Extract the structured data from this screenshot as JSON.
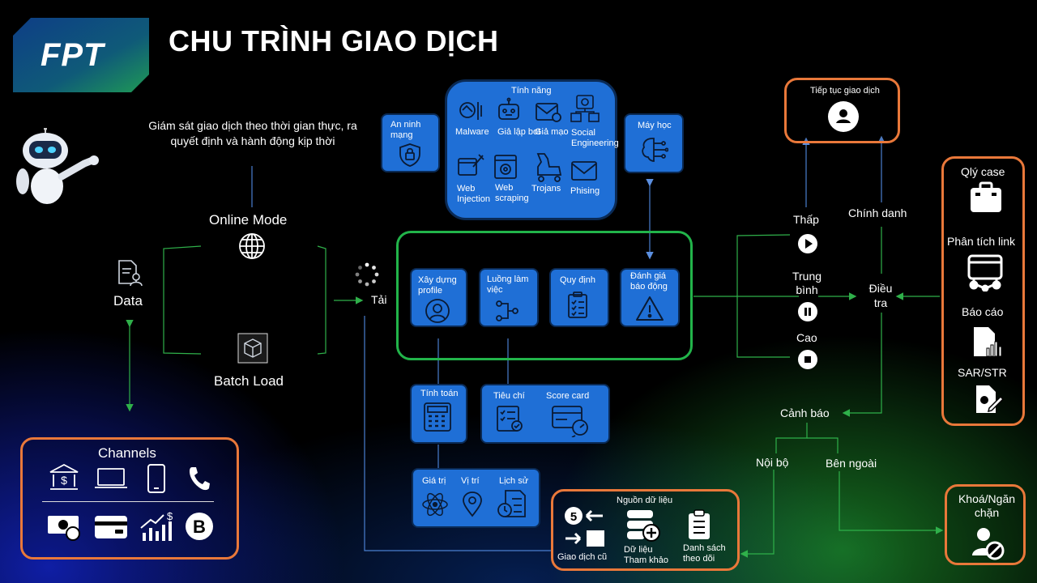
{
  "title": "CHU TRÌNH GIAO DỊCH",
  "logo_text": "FPT",
  "subtitle": "Giám sát giao dịch theo thời gian thực, ra quyết định và hành động kịp thời",
  "left": {
    "data_label": "Data",
    "online_mode": "Online Mode",
    "batch_load": "Batch Load",
    "load_label": "Tải",
    "channels_title": "Channels"
  },
  "features": {
    "title": "Tính năng",
    "items": [
      "Malware",
      "Giả lập bot",
      "Giả mạo",
      "Social Engineering",
      "Web Injection",
      "Web scraping",
      "Trojans",
      "Phising"
    ]
  },
  "security": "An ninh mạng",
  "ml": "Máy học",
  "process": {
    "items": [
      "Xây dựng profile",
      "Luồng làm việc",
      "Quy định",
      "Đánh giá báo động"
    ]
  },
  "calc": {
    "tinh_toan": "Tính toán",
    "tieu_chi": "Tiêu chí",
    "score_card": "Score card",
    "gia_tri": "Giá trị",
    "vi_tri": "Vị trí",
    "lich_su": "Lịch sử"
  },
  "sources": {
    "title": "Nguồn dữ liệu",
    "items": [
      "Giao dịch cũ",
      "Dữ liệu Tham khảo",
      "Danh sách theo dõi"
    ]
  },
  "risk": {
    "thap": "Thấp",
    "trung_binh": "Trung bình",
    "cao": "Cao",
    "chinh_danh": "Chính danh",
    "dieu_tra": "Điều tra",
    "canh_bao": "Cảnh báo",
    "noi_bo": "Nội bộ",
    "ben_ngoai": "Bên ngoài"
  },
  "continue": "Tiếp tục giao dịch",
  "case": {
    "items": [
      "Qlý case",
      "Phân tích link",
      "Báo cáo",
      "SAR/STR"
    ]
  },
  "block": "Khoá/Ngăn chặn",
  "colors": {
    "blue": "#1f6fd6",
    "orange": "#e9783a",
    "green": "#22b44a",
    "line_blue": "#4a7fd0",
    "line_green": "#2fb04a"
  }
}
